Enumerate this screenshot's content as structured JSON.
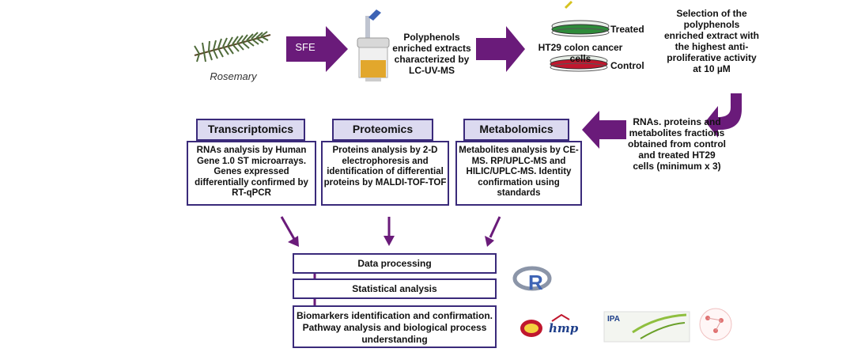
{
  "source": {
    "label": "Rosemary",
    "method": "SFE"
  },
  "extract": {
    "label": "Polyphenols enriched extracts characterized by LC-UV-MS"
  },
  "cells": {
    "label": "HT29 colon cancer cells",
    "treated": "Treated",
    "control": "Control"
  },
  "selection": {
    "label": "Selection of the polyphenols enriched extract with the highest anti-proliferative activity at 10 µM"
  },
  "fractions": {
    "label": "RNAs. proteins and metabolites fractions obtained from control and treated HT29 cells (minimum x 3)"
  },
  "omics": [
    {
      "title": "Transcriptomics",
      "desc": "RNAs analysis by Human Gene 1.0 ST microarrays. Genes expressed differentially confirmed by RT-qPCR"
    },
    {
      "title": "Proteomics",
      "desc": "Proteins analysis by 2-D electrophoresis and identification of differential proteins by MALDI-TOF-TOF"
    },
    {
      "title": "Metabolomics",
      "desc": "Metabolites analysis by CE-MS. RP/UPLC-MS and HILIC/UPLC-MS. Identity confirmation using standards"
    }
  ],
  "processing": {
    "step1": "Data processing",
    "step2": "Statistical analysis",
    "step3": "Biomarkers identification and confirmation. Pathway analysis and biological process understanding"
  },
  "logos": {
    "hmp": "hmp",
    "ipa": "IPA"
  },
  "colors": {
    "arrow": "#6a1b7a",
    "border": "#3a2a7a",
    "header_fill": "#dcdaf0",
    "treated_dish": "#2e8b3a",
    "control_dish": "#c0172e"
  }
}
